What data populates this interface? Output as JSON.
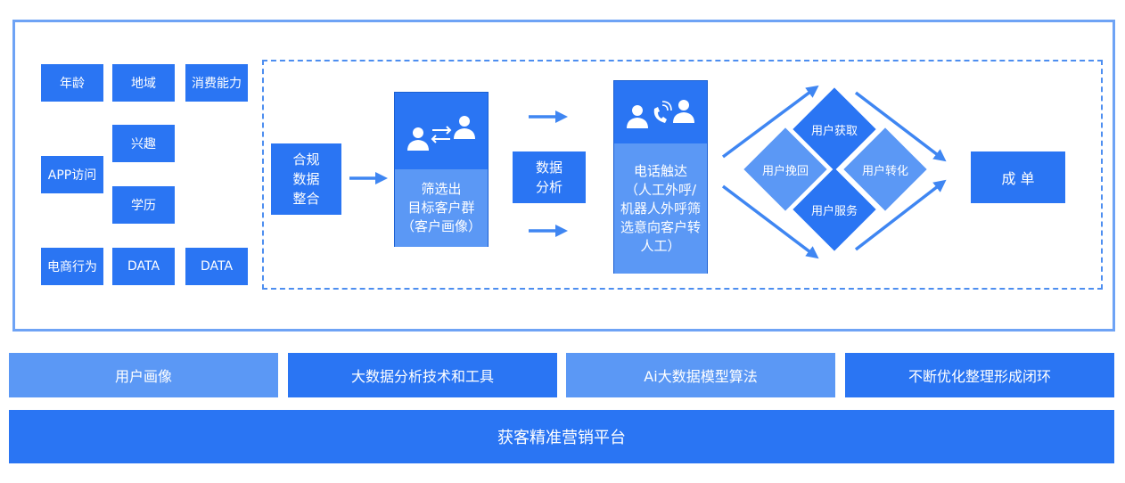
{
  "left_tags": {
    "age": "年龄",
    "region": "地域",
    "consumption": "消费能力",
    "app_visit": "APP访问",
    "interest": "兴趣",
    "education": "学历",
    "ecommerce": "电商行为",
    "data1": "DATA",
    "data2": "DATA"
  },
  "flow": {
    "compliance": [
      "合规",
      "数据",
      "整合"
    ],
    "filter_lines": [
      "筛选出",
      "目标客户群",
      "（客户画像）"
    ],
    "analysis": [
      "数据",
      "分析"
    ],
    "phone_lines": [
      "电话触达",
      "（人工外呼/",
      "机器人外呼筛",
      "选意向客户转",
      "人工）"
    ],
    "user_acquire": "用户获取",
    "user_recall": "用户挽回",
    "user_convert": "用户转化",
    "user_service": "用户服务",
    "deal": "成 单"
  },
  "bottom_row": {
    "portrait": "用户画像",
    "bigdata_tools": "大数据分析技术和工具",
    "ai_models": "Ai大数据模型算法",
    "optimize": "不断优化整理形成闭环"
  },
  "platform": "获客精准营销平台",
  "colors": {
    "primary": "#2a75f3",
    "secondary": "#5b98f5",
    "frame": "#6ea3f5"
  },
  "icons": [
    "user-exchange-icon",
    "phone-call-users-icon"
  ]
}
